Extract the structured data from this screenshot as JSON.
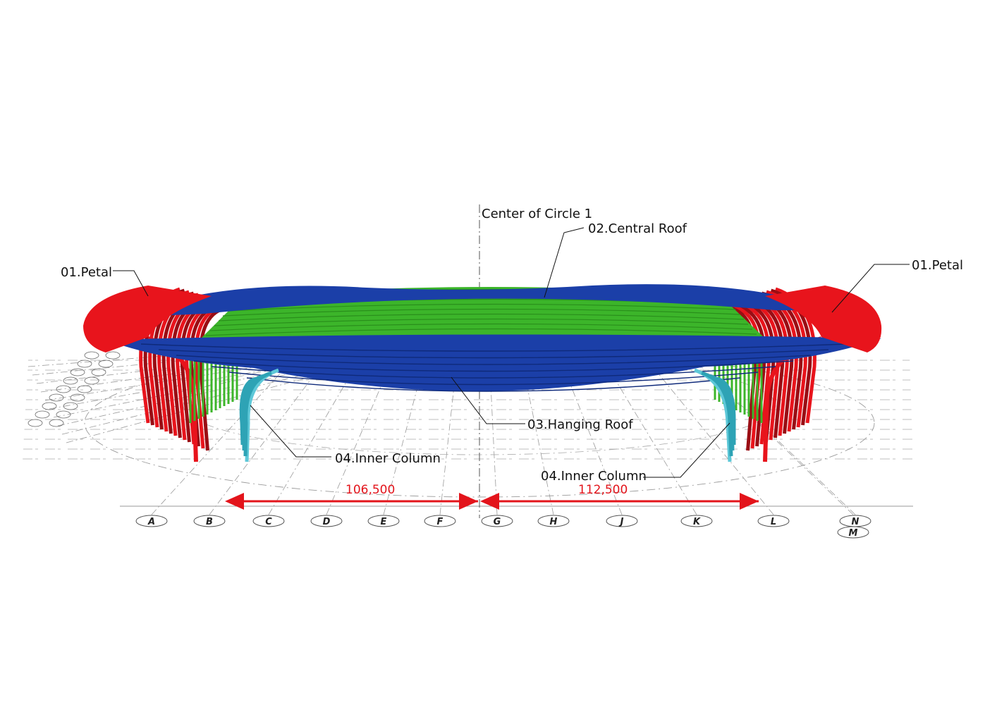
{
  "labels": {
    "center": "Center of Circle 1",
    "central_roof": "02.Central Roof",
    "petal_left": "01.Petal",
    "petal_right": "01.Petal",
    "hanging_roof": "03.Hanging Roof",
    "inner_column_left": "04.Inner Column",
    "inner_column_right": "04.Inner Column"
  },
  "dimensions": {
    "left": "106,500",
    "right": "112,500"
  },
  "grid_axes": [
    "A",
    "B",
    "C",
    "D",
    "E",
    "F",
    "G",
    "H",
    "J",
    "K",
    "L",
    "N",
    "M"
  ],
  "colors": {
    "petal": "#e8141c",
    "petal_dark": "#9a0d14",
    "central_roof": "#3cb52a",
    "hanging_roof": "#1b3fa8",
    "inner_column": "#5ec8d8",
    "dimension": "#e3141b",
    "grid": "#9a9a9a"
  }
}
